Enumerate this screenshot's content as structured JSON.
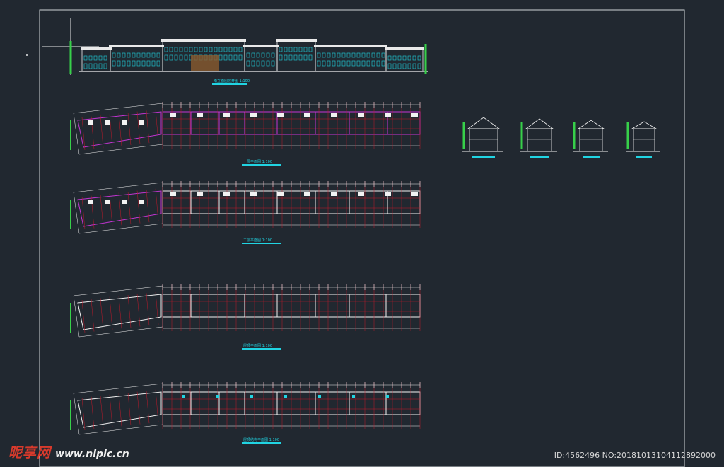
{
  "canvas": {
    "background": "#212830",
    "frame_color": "#cfd3d6"
  },
  "drawing": {
    "titles": [
      "南立面图展开图 1:100",
      "一层平面图 1:100",
      "二层平面图 1:100",
      "屋顶平面图 1:100",
      "屋顶结构平面图 1:100"
    ],
    "palette": {
      "cyan": "#21d4e2",
      "red": "#c2182a",
      "magenta": "#c535d4",
      "white": "#f2f2f2",
      "green": "#37d04a",
      "brown": "#8a5a2e"
    }
  },
  "watermark": {
    "logo": "昵享网",
    "url": "www.nipic.cn",
    "id_text": "ID:4562496 NO:20181013104112892000"
  }
}
